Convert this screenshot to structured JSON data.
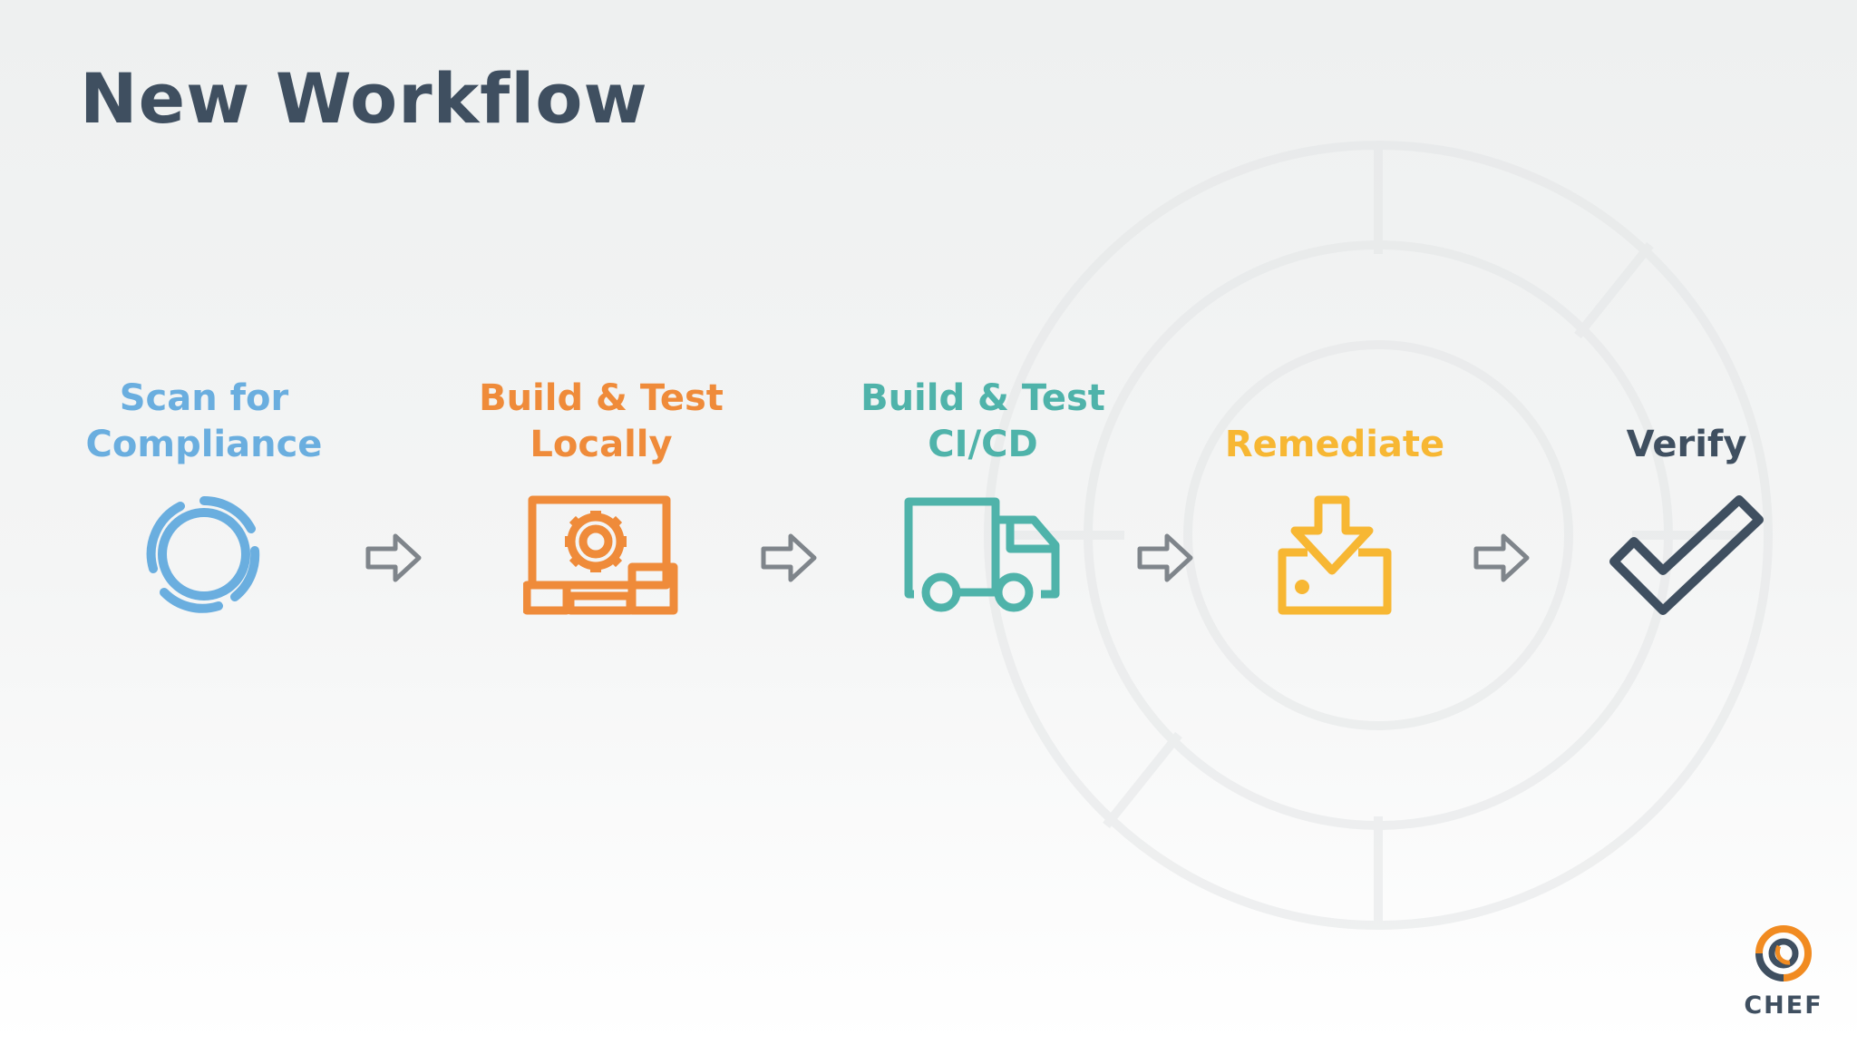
{
  "slide": {
    "title": "New Workflow"
  },
  "steps": [
    {
      "label": "Scan for\nCompliance",
      "color": "#6aaedf",
      "icon": "scan-ring-icon"
    },
    {
      "label": "Build & Test\nLocally",
      "color": "#ef8b3a",
      "icon": "workstation-gear-icon"
    },
    {
      "label": "Build & Test\nCI/CD",
      "color": "#4fb3aa",
      "icon": "delivery-truck-icon"
    },
    {
      "label": "Remediate",
      "color": "#f7b733",
      "icon": "download-tray-icon"
    },
    {
      "label": "Verify",
      "color": "#3f4f60",
      "icon": "checkmark-icon"
    }
  ],
  "connector": {
    "icon": "right-arrow-icon",
    "color": "#7f858b"
  },
  "logo": {
    "text": "CHEF"
  }
}
